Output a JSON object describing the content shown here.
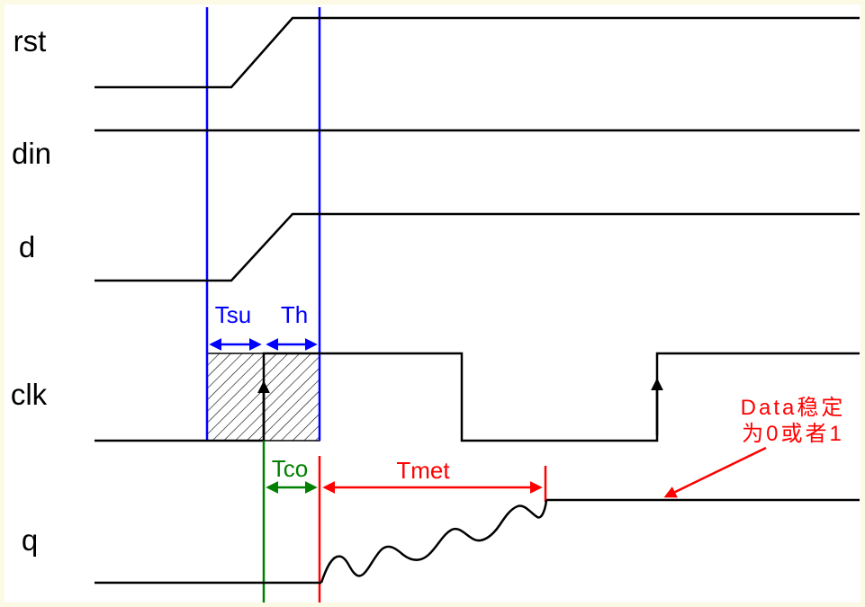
{
  "diagram": {
    "signals": [
      {
        "name": "rst"
      },
      {
        "name": "din"
      },
      {
        "name": "d"
      },
      {
        "name": "clk"
      },
      {
        "name": "q"
      }
    ],
    "timing_labels": {
      "tsu": "Tsu",
      "th": "Th",
      "tco": "Tco",
      "tmet": "Tmet"
    },
    "annotation": {
      "line1": "Data稳定",
      "line2": "为0或者1"
    },
    "colors": {
      "waveform": "#000000",
      "setup_hold": "#0000ff",
      "tco": "#008000",
      "tmet": "#ff0000",
      "annotation": "#ff0000",
      "background": "#ffffff",
      "page_border": "#fcf9e4"
    }
  }
}
